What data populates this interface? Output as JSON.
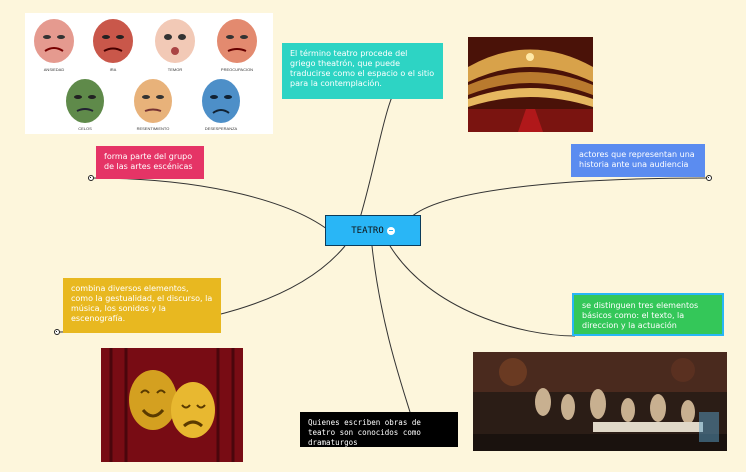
{
  "center": {
    "label": "TEATRO"
  },
  "nodes": {
    "definition": "El término teatro procede del griego theatrón, que puede traducirse como el espacio o el sitio para la contemplación.",
    "arts": "forma parte del grupo de las artes escénicas",
    "actors": "actores que representan una historia ante una audiencia",
    "elements": "combina diversos elementos, como la gestualidad, el discurso, la música, los sonidos y la escenografía.",
    "basics": "se distinguen tres elementos básicos como: el texto, la direccion y la actuación",
    "playwrights": "Quienes escriben obras de teatro son conocidos como dramaturgos"
  },
  "masks": {
    "labels": [
      "ANSIEDAD",
      "IRA",
      "TEMOR",
      "PREOCUPACION",
      "CELOS",
      "RESENTIMIENTO",
      "DESESPERANZA"
    ]
  },
  "colors": {
    "background": "#fdf6dc",
    "center": "#29b6f6",
    "definition": "#2dd4c4",
    "arts": "#e53466",
    "actors": "#5b8cf0",
    "elements": "#e8b820",
    "basics": "#34c759",
    "playwrights": "#000000"
  }
}
